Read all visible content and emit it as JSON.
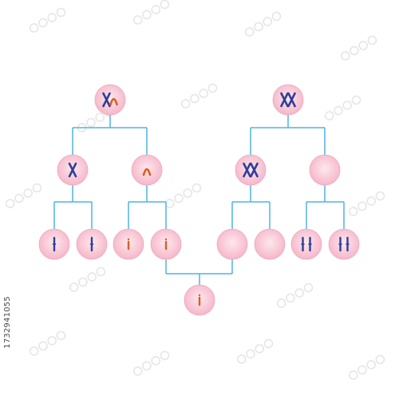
{
  "diagram": {
    "colors": {
      "cell_fill_center": "#fde8ee",
      "cell_fill_edge": "#f6b6c8",
      "cell_stroke": "#eda9bd",
      "connector": "#4fb3e6",
      "chromosome_x": "#2f3f9a",
      "chromosome_y": "#e05a1c",
      "background": "#ffffff",
      "watermark": "#e6e6e6"
    },
    "cells": [
      {
        "id": "parent-left",
        "chromosomes": [
          "X",
          "Y"
        ]
      },
      {
        "id": "parent-right",
        "chromosomes": [
          "X",
          "X"
        ]
      },
      {
        "id": "gamete-left-x",
        "chromosomes": [
          "X"
        ]
      },
      {
        "id": "gamete-left-y",
        "chromosomes": [
          "Y"
        ]
      },
      {
        "id": "gamete-right-xx",
        "chromosomes": [
          "X",
          "X"
        ]
      },
      {
        "id": "gamete-right-empty",
        "chromosomes": []
      },
      {
        "id": "daughter-x-1",
        "chromosomes": [
          "x"
        ]
      },
      {
        "id": "daughter-x-2",
        "chromosomes": [
          "x"
        ]
      },
      {
        "id": "daughter-y-1",
        "chromosomes": [
          "y"
        ]
      },
      {
        "id": "daughter-y-2",
        "chromosomes": [
          "y"
        ]
      },
      {
        "id": "daughter-xx-1",
        "chromosomes": []
      },
      {
        "id": "daughter-xx-2",
        "chromosomes": []
      },
      {
        "id": "daughter-empty-1",
        "chromosomes": [
          "x",
          "x"
        ]
      },
      {
        "id": "daughter-empty-2",
        "chromosomes": [
          "x",
          "x"
        ]
      },
      {
        "id": "zygote",
        "chromosomes": [
          "y"
        ]
      }
    ]
  },
  "watermark": {
    "image_id": "1732941055"
  }
}
